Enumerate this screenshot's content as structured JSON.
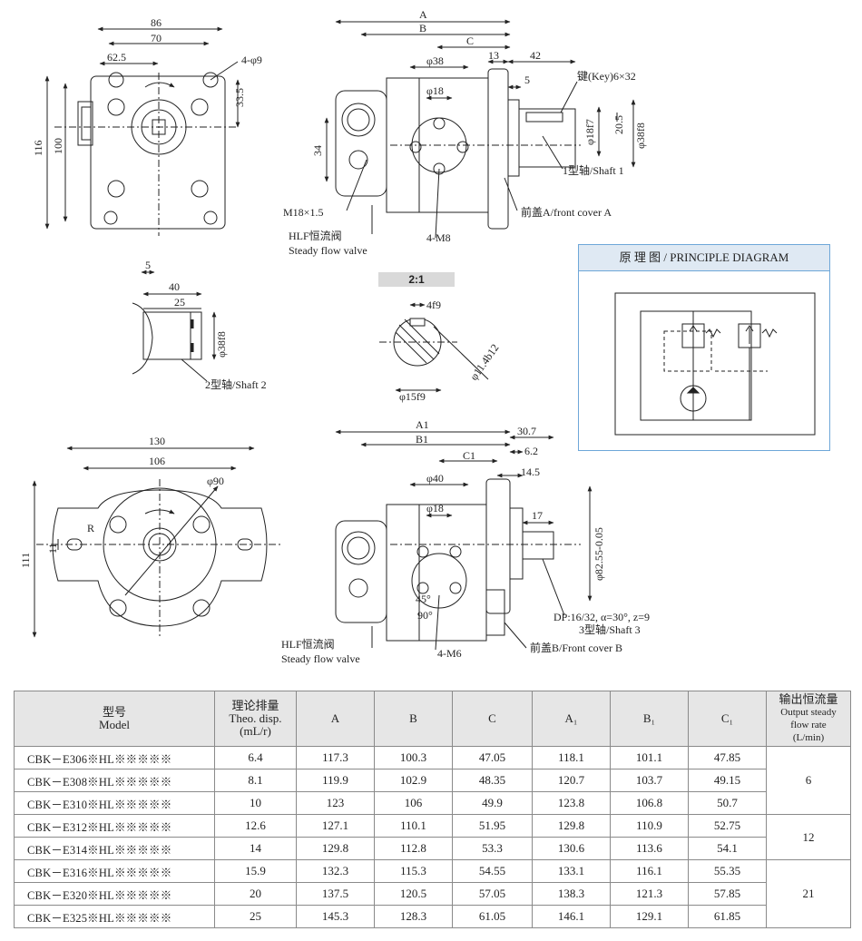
{
  "view_top_left": {
    "dims": [
      "86",
      "70",
      "62.5",
      "4-φ9",
      "33.5",
      "116",
      "100"
    ]
  },
  "view_top_middle": {
    "dims": [
      "A",
      "B",
      "C",
      "13",
      "42",
      "φ38",
      "φ18",
      "5",
      "34",
      "20.5",
      "φ18f7",
      "φ38f8"
    ],
    "key_label": "键(Key)6×32",
    "shaft1_label": "1型轴/Shaft 1",
    "front_cover_a": "前盖A/front cover A",
    "port_label": "M18×1.5",
    "valve_label_cn": "HLF恒流阀",
    "valve_label_en": "Steady flow valve",
    "bolts_label": "4-M8"
  },
  "view_shaft2": {
    "dims": [
      "5",
      "40",
      "25",
      "φ38f8"
    ],
    "shaft2_label": "2型轴/Shaft 2"
  },
  "view_spline_detail": {
    "scale": "2:1",
    "dims": [
      "4f9",
      "φ11.4b12",
      "φ15f9"
    ]
  },
  "principle": {
    "title": "原 理 图 / PRINCIPLE DIAGRAM"
  },
  "view_bottom_left": {
    "dims": [
      "130",
      "106",
      "φ90",
      "R",
      "11",
      "111"
    ]
  },
  "view_bottom_right": {
    "dims": [
      "A1",
      "B1",
      "C1",
      "30.7",
      "6.2",
      "14.5",
      "φ40",
      "φ18",
      "17",
      "φ82.55-0.05",
      "45°",
      "90°"
    ],
    "spline_label": "DP:16/32, α=30°, z=9",
    "shaft3_label": "3型轴/Shaft 3",
    "front_cover_b": "前盖B/Front cover B",
    "valve_label_cn": "HLF恒流阀",
    "valve_label_en": "Steady flow valve",
    "bolts_label": "4-M6"
  },
  "table": {
    "headers": {
      "model_cn": "型号",
      "model_en": "Model",
      "disp_cn": "理论排量",
      "disp_en": "Theo. disp.",
      "disp_unit": "(mL/r)",
      "a": "A",
      "b": "B",
      "c": "C",
      "a1": "A₁",
      "b1": "B₁",
      "c1": "C₁",
      "flow_cn": "输出恒流量",
      "flow_en1": "Output steady",
      "flow_en2": "flow rate",
      "flow_unit": "(L/min)"
    },
    "rows": [
      {
        "model": "CBK－E306※HL※※※※※",
        "disp": "6.4",
        "a": "117.3",
        "b": "100.3",
        "c": "47.05",
        "a1": "118.1",
        "b1": "101.1",
        "c1": "47.85"
      },
      {
        "model": "CBK－E308※HL※※※※※",
        "disp": "8.1",
        "a": "119.9",
        "b": "102.9",
        "c": "48.35",
        "a1": "120.7",
        "b1": "103.7",
        "c1": "49.15"
      },
      {
        "model": "CBK－E310※HL※※※※※",
        "disp": "10",
        "a": "123",
        "b": "106",
        "c": "49.9",
        "a1": "123.8",
        "b1": "106.8",
        "c1": "50.7"
      },
      {
        "model": "CBK－E312※HL※※※※※",
        "disp": "12.6",
        "a": "127.1",
        "b": "110.1",
        "c": "51.95",
        "a1": "129.8",
        "b1": "110.9",
        "c1": "52.75"
      },
      {
        "model": "CBK－E314※HL※※※※※",
        "disp": "14",
        "a": "129.8",
        "b": "112.8",
        "c": "53.3",
        "a1": "130.6",
        "b1": "113.6",
        "c1": "54.1"
      },
      {
        "model": "CBK－E316※HL※※※※※",
        "disp": "15.9",
        "a": "132.3",
        "b": "115.3",
        "c": "54.55",
        "a1": "133.1",
        "b1": "116.1",
        "c1": "55.35"
      },
      {
        "model": "CBK－E320※HL※※※※※",
        "disp": "20",
        "a": "137.5",
        "b": "120.5",
        "c": "57.05",
        "a1": "138.3",
        "b1": "121.3",
        "c1": "57.85"
      },
      {
        "model": "CBK－E325※HL※※※※※",
        "disp": "25",
        "a": "145.3",
        "b": "128.3",
        "c": "61.05",
        "a1": "146.1",
        "b1": "129.1",
        "c1": "61.85"
      }
    ],
    "flow_groups": [
      "6",
      "12",
      "21"
    ]
  }
}
